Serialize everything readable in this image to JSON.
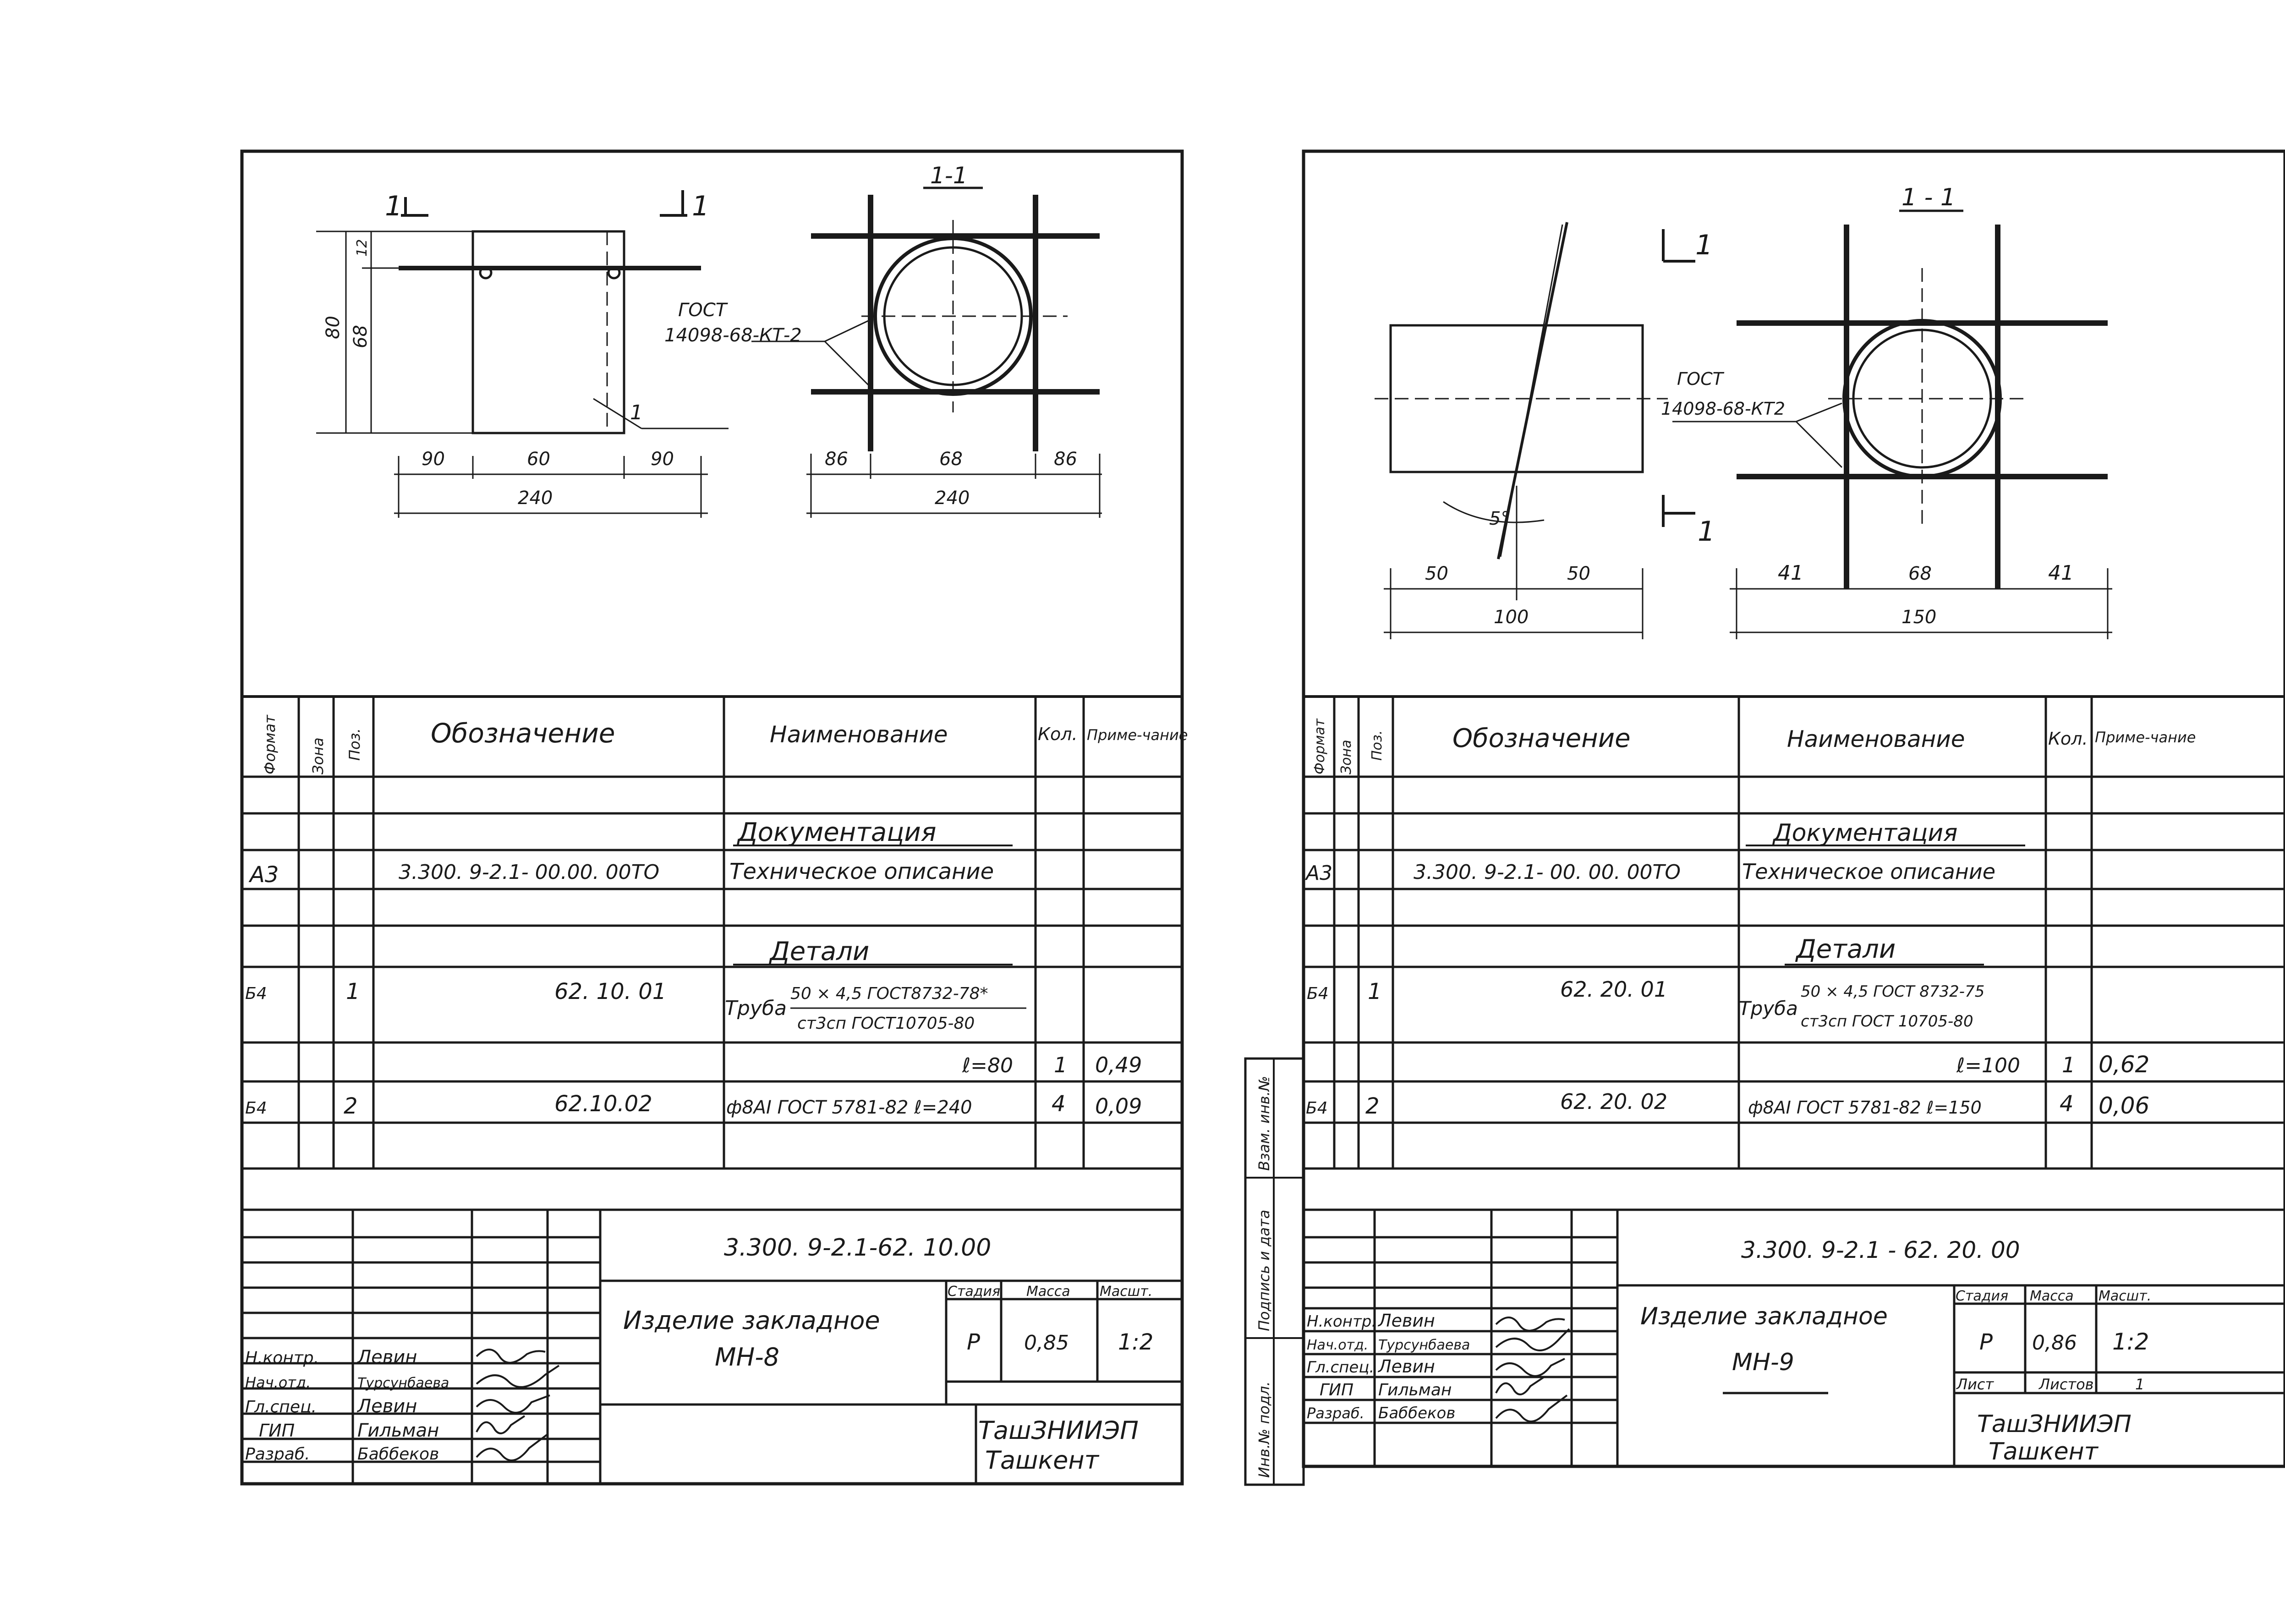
{
  "sheets": [
    {
      "drawing": {
        "section_mark": "1",
        "section_title": "1-1",
        "gost_line1": "ГОСТ",
        "gost_line2": "14098-68-КТ-2",
        "pos_label": "1",
        "dims": {
          "total_h": "80",
          "part_h": "68",
          "small_h": "12",
          "w_left": "90",
          "w_mid": "60",
          "w_right": "90",
          "w_total": "240",
          "s_left": "86",
          "s_mid": "68",
          "s_right": "86",
          "s_total": "240"
        }
      },
      "spec": {
        "headers": {
          "format": "Формат",
          "zone": "Зона",
          "pos": "Поз.",
          "designation": "Обозначение",
          "name": "Наименование",
          "qty": "Кол.",
          "note": "Приме-чание"
        },
        "section_docs": "Документация",
        "doc_row": {
          "format": "А3",
          "designation": "3.300. 9-2.1- 00.00. 00ТО",
          "name": "Техническое описание"
        },
        "section_parts": "Детали",
        "row1": {
          "format": "Б4",
          "pos": "1",
          "designation": "62. 10. 01",
          "name_prefix": "Труба",
          "name_top": "50 × 4,5 ГОСТ8732-78*",
          "name_bottom": "ст3сп ГОСТ10705-80"
        },
        "row1b": {
          "length": "ℓ=80",
          "qty": "1",
          "note": "0,49"
        },
        "row2": {
          "format": "Б4",
          "pos": "2",
          "designation": "62.10.02",
          "name": "ф8АI ГОСТ 5781-82 ℓ=240",
          "qty": "4",
          "note": "0,09"
        }
      },
      "title_block": {
        "code": "3.300. 9-2.1-62. 10.00",
        "item_line1": "Изделие закладное",
        "item_line2": "МН-8",
        "stage_label": "Стадия",
        "mass_label": "Масса",
        "scale_label": "Масшт.",
        "stage": "Р",
        "mass": "0,85",
        "scale": "1:2",
        "org_line1": "ТашЗНИИЭП",
        "org_line2": "Ташкент",
        "roles": [
          "Н.контр.",
          "Нач.отд.",
          "Гл.спец.",
          "ГИП",
          "Разраб."
        ],
        "names": [
          "Левин",
          "Турсунбаева",
          "Левин",
          "Гильман",
          "Баббеков"
        ]
      }
    },
    {
      "drawing": {
        "section_mark": "1",
        "section_title": "1 - 1",
        "gost_line1": "ГОСТ",
        "gost_line2": "14098-68-КТ2",
        "angle": "5°",
        "dims": {
          "w_left": "50",
          "w_right": "50",
          "w_total": "100",
          "s_left": "41",
          "s_mid": "68",
          "s_right": "41",
          "s_total": "150"
        }
      },
      "spec": {
        "headers": {
          "format": "Формат",
          "zone": "Зона",
          "pos": "Поз.",
          "designation": "Обозначение",
          "name": "Наименование",
          "qty": "Кол.",
          "note": "Приме-чание"
        },
        "section_docs": "Документация",
        "doc_row": {
          "format": "А3",
          "designation": "3.300. 9-2.1- 00. 00. 00ТО",
          "name": "Техническое описание"
        },
        "section_parts": "Детали",
        "row1": {
          "format": "Б4",
          "pos": "1",
          "designation": "62. 20. 01",
          "name_prefix": "Труба",
          "name_top": "50 × 4,5 ГОСТ 8732-75",
          "name_bottom": "ст3сп ГОСТ 10705-80"
        },
        "row1b": {
          "length": "ℓ=100",
          "qty": "1",
          "note": "0,62"
        },
        "row2": {
          "format": "Б4",
          "pos": "2",
          "designation": "62. 20. 02",
          "name": "ф8АI ГОСТ 5781-82 ℓ=150",
          "qty": "4",
          "note": "0,06"
        }
      },
      "side_labels": [
        "Инв.№ подл.",
        "Подпись и дата",
        "Взам. инв.№"
      ],
      "title_block": {
        "code": "3.300. 9-2.1 - 62. 20. 00",
        "item_line1": "Изделие закладное",
        "item_line2": "МН-9",
        "stage_label": "Стадия",
        "mass_label": "Масса",
        "scale_label": "Масшт.",
        "stage": "Р",
        "mass": "0,86",
        "scale": "1:2",
        "sheet_label": "Лист",
        "sheets_label": "Листов",
        "sheets_count": "1",
        "org_line1": "ТашЗНИИЭП",
        "org_line2": "Ташкент",
        "roles": [
          "Н.контр.",
          "Нач.отд.",
          "Гл.спец.",
          "ГИП",
          "Разраб."
        ],
        "names": [
          "Левин",
          "Турсунбаева",
          "Левин",
          "Гильман",
          "Баббеков"
        ]
      }
    }
  ]
}
